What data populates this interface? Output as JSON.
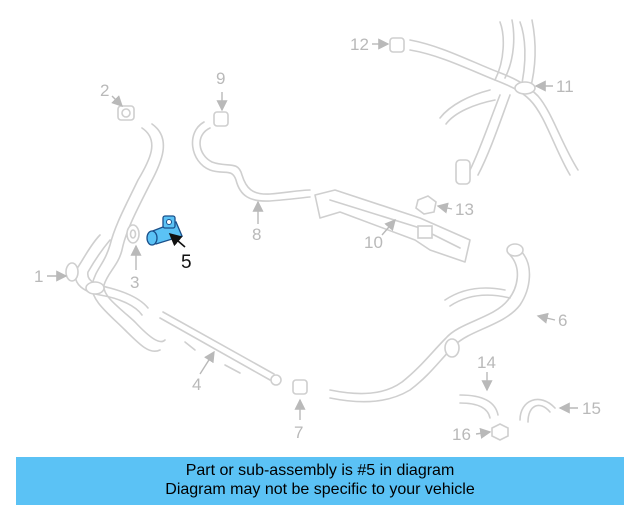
{
  "colors": {
    "highlight": "#5bc2f5",
    "banner_bg": "#5bc2f5",
    "ghost_parts": "#cfcfcf",
    "label_grey": "#b9b9b9"
  },
  "diagram": {
    "highlighted_callout": "5",
    "callouts": [
      "1",
      "2",
      "3",
      "4",
      "5",
      "6",
      "7",
      "8",
      "9",
      "10",
      "11",
      "12",
      "13",
      "14",
      "15",
      "16"
    ]
  },
  "banner": {
    "line1": "Part or sub-assembly is #5 in diagram",
    "line2": "Diagram may not be specific to your vehicle"
  }
}
